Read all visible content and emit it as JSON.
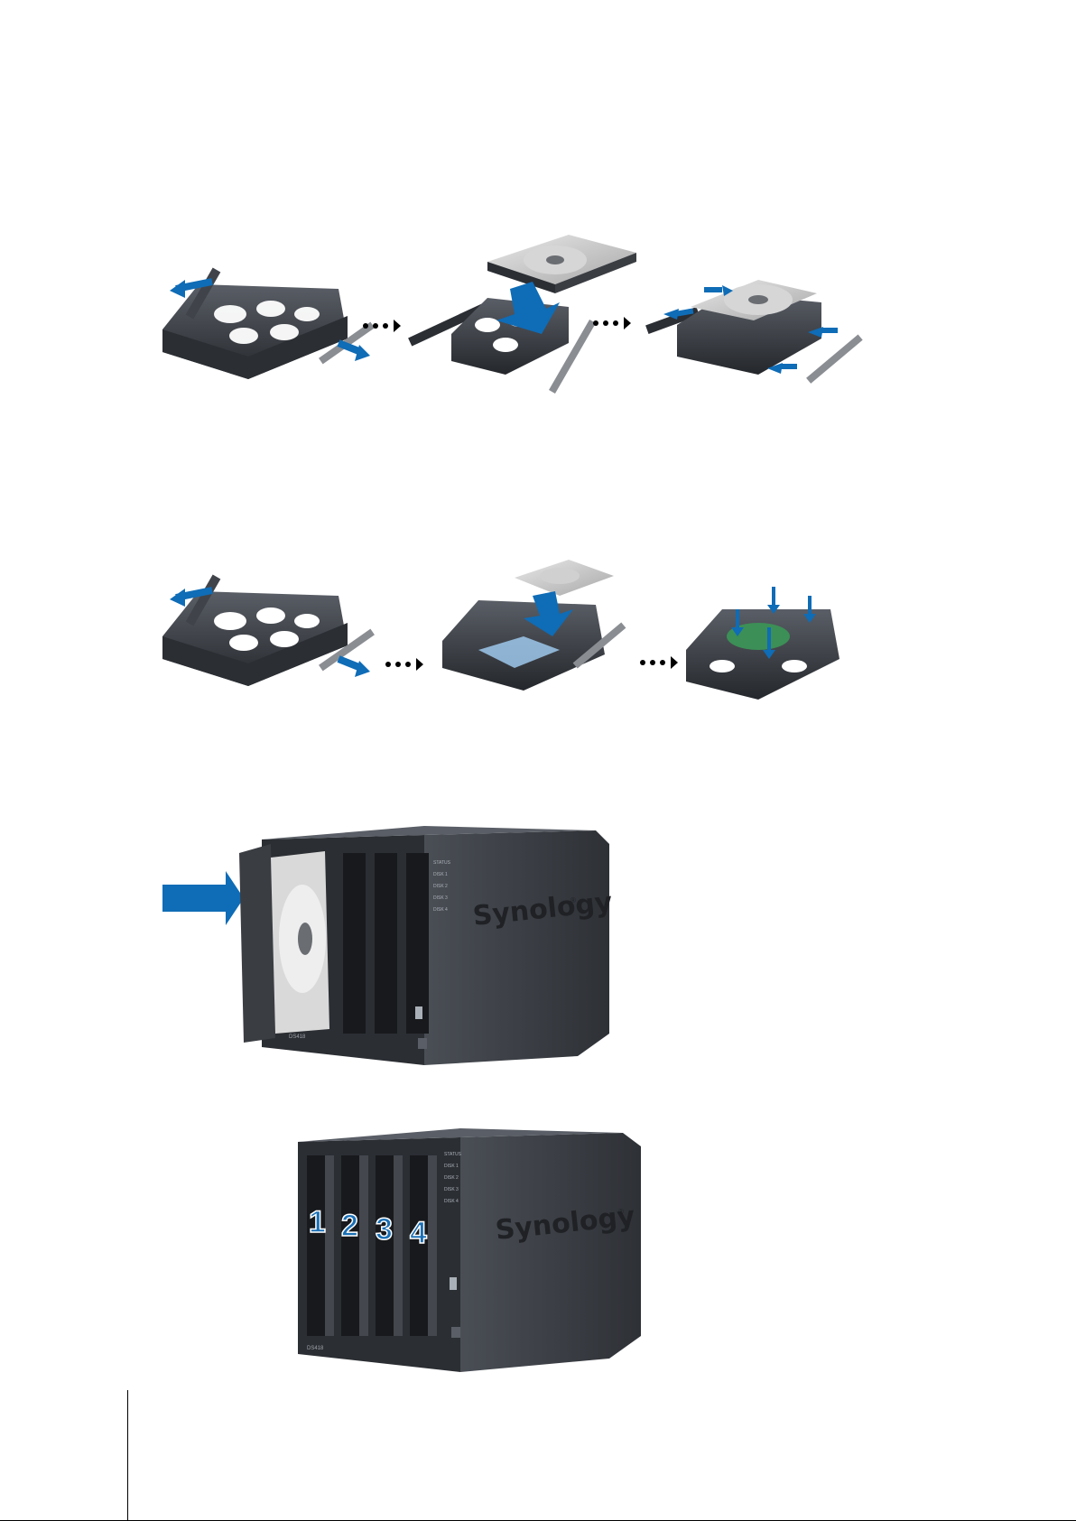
{
  "figures": {
    "tray_35": {
      "icon": "hdd-35-icon"
    },
    "tray_25": {
      "icon": "hdd-25-icon"
    },
    "insert": {
      "brand": "Synology",
      "registered": "®",
      "model": "DS418",
      "led_labels": [
        "STATUS",
        "DISK 1",
        "DISK 2",
        "DISK 3",
        "DISK 4"
      ]
    },
    "slots": {
      "brand": "Synology",
      "registered": "®",
      "model": "DS418",
      "numbers": [
        "1",
        "2",
        "3",
        "4"
      ],
      "led_labels": [
        "STATUS",
        "DISK 1",
        "DISK 2",
        "DISK 3",
        "DISK 4"
      ],
      "number_color": "#1a6fb5"
    }
  },
  "colors": {
    "arrow_blue": "#0f6cb6",
    "tray_dark": "#2b2e33",
    "nas_body": "#3b3e44"
  }
}
